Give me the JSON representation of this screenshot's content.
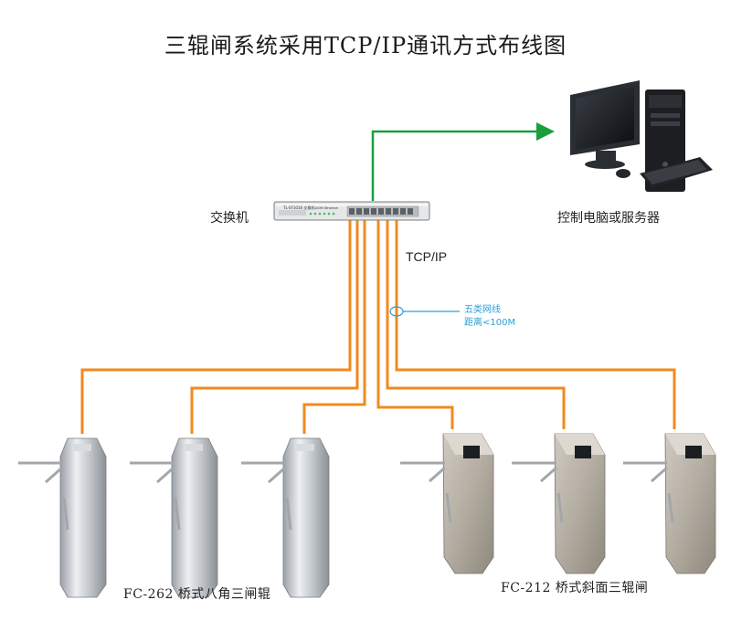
{
  "title": "三辊闸系统采用TCP/IP通讯方式布线图",
  "switch": {
    "label": "交换机",
    "panel_text": "TL-SF1016 交换机",
    "panel_text_right": "100M Ethernet"
  },
  "computer": {
    "label": "控制电脑或服务器"
  },
  "network": {
    "protocol_label": "TCP/IP",
    "cable_type": "五类网线",
    "cable_distance": "距离<100M"
  },
  "groups": {
    "left_caption": "FC-262 桥式八角三闸辊",
    "right_caption": "FC-212 桥式斜面三辊闸"
  },
  "colors": {
    "cable": "#f28a1e",
    "uplink": "#1a9e3c",
    "callout": "#2a9fd8"
  }
}
